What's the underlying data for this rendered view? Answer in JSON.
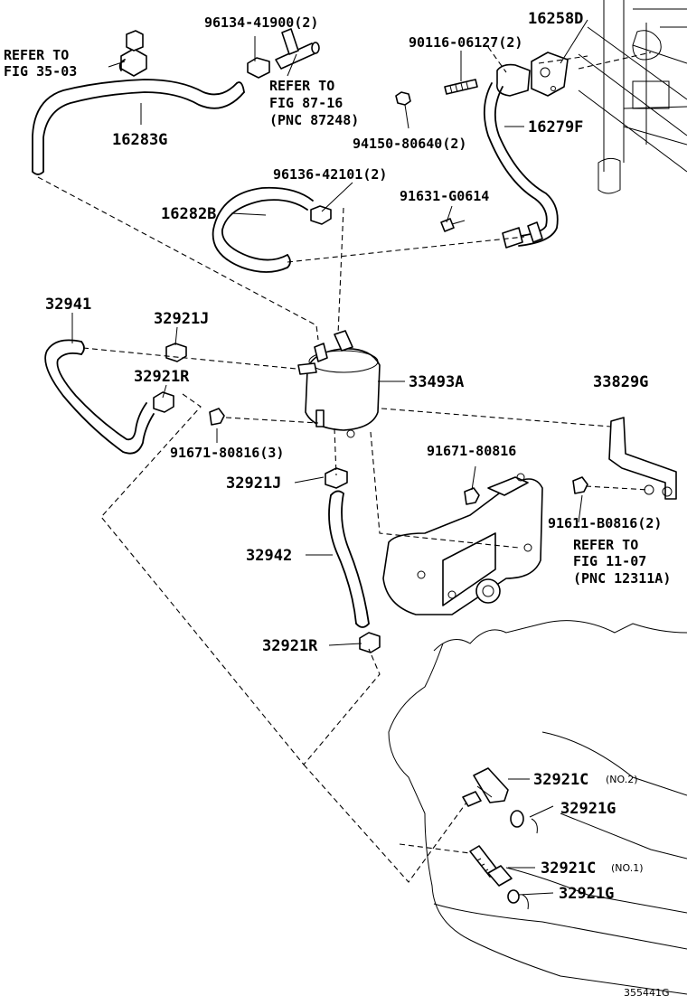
{
  "labels": {
    "refer_35_03": [
      "REFER TO",
      "FIG 35-03"
    ],
    "p96134": "96134-41900(2)",
    "refer_87_16": [
      "REFER TO",
      "FIG 87-16",
      "(PNC 87248)"
    ],
    "p16258D": "16258D",
    "p90116": "90116-06127(2)",
    "p16283G": "16283G",
    "p94150": "94150-80640(2)",
    "p16279F": "16279F",
    "p96136": "96136-42101(2)",
    "p91631": "91631-G0614",
    "p16282B": "16282B",
    "p32941": "32941",
    "p32921J_top": "32921J",
    "p32921R_top": "32921R",
    "p33493A": "33493A",
    "p33829G": "33829G",
    "p91671_3": "91671-80816(3)",
    "p91671": "91671-80816",
    "p32921J_mid": "32921J",
    "p91611": "91611-B0816(2)",
    "refer_11_07": [
      "REFER TO",
      "FIG 11-07",
      "(PNC 12311A)"
    ],
    "p32942": "32942",
    "p32921R_bot": "32921R",
    "p32921C_no2": "32921C",
    "no2": "(NO.2)",
    "p32921G_a": "32921G",
    "p32921C_no1": "32921C",
    "no1": "(NO.1)",
    "p32921G_b": "32921G",
    "code": "355441G"
  }
}
